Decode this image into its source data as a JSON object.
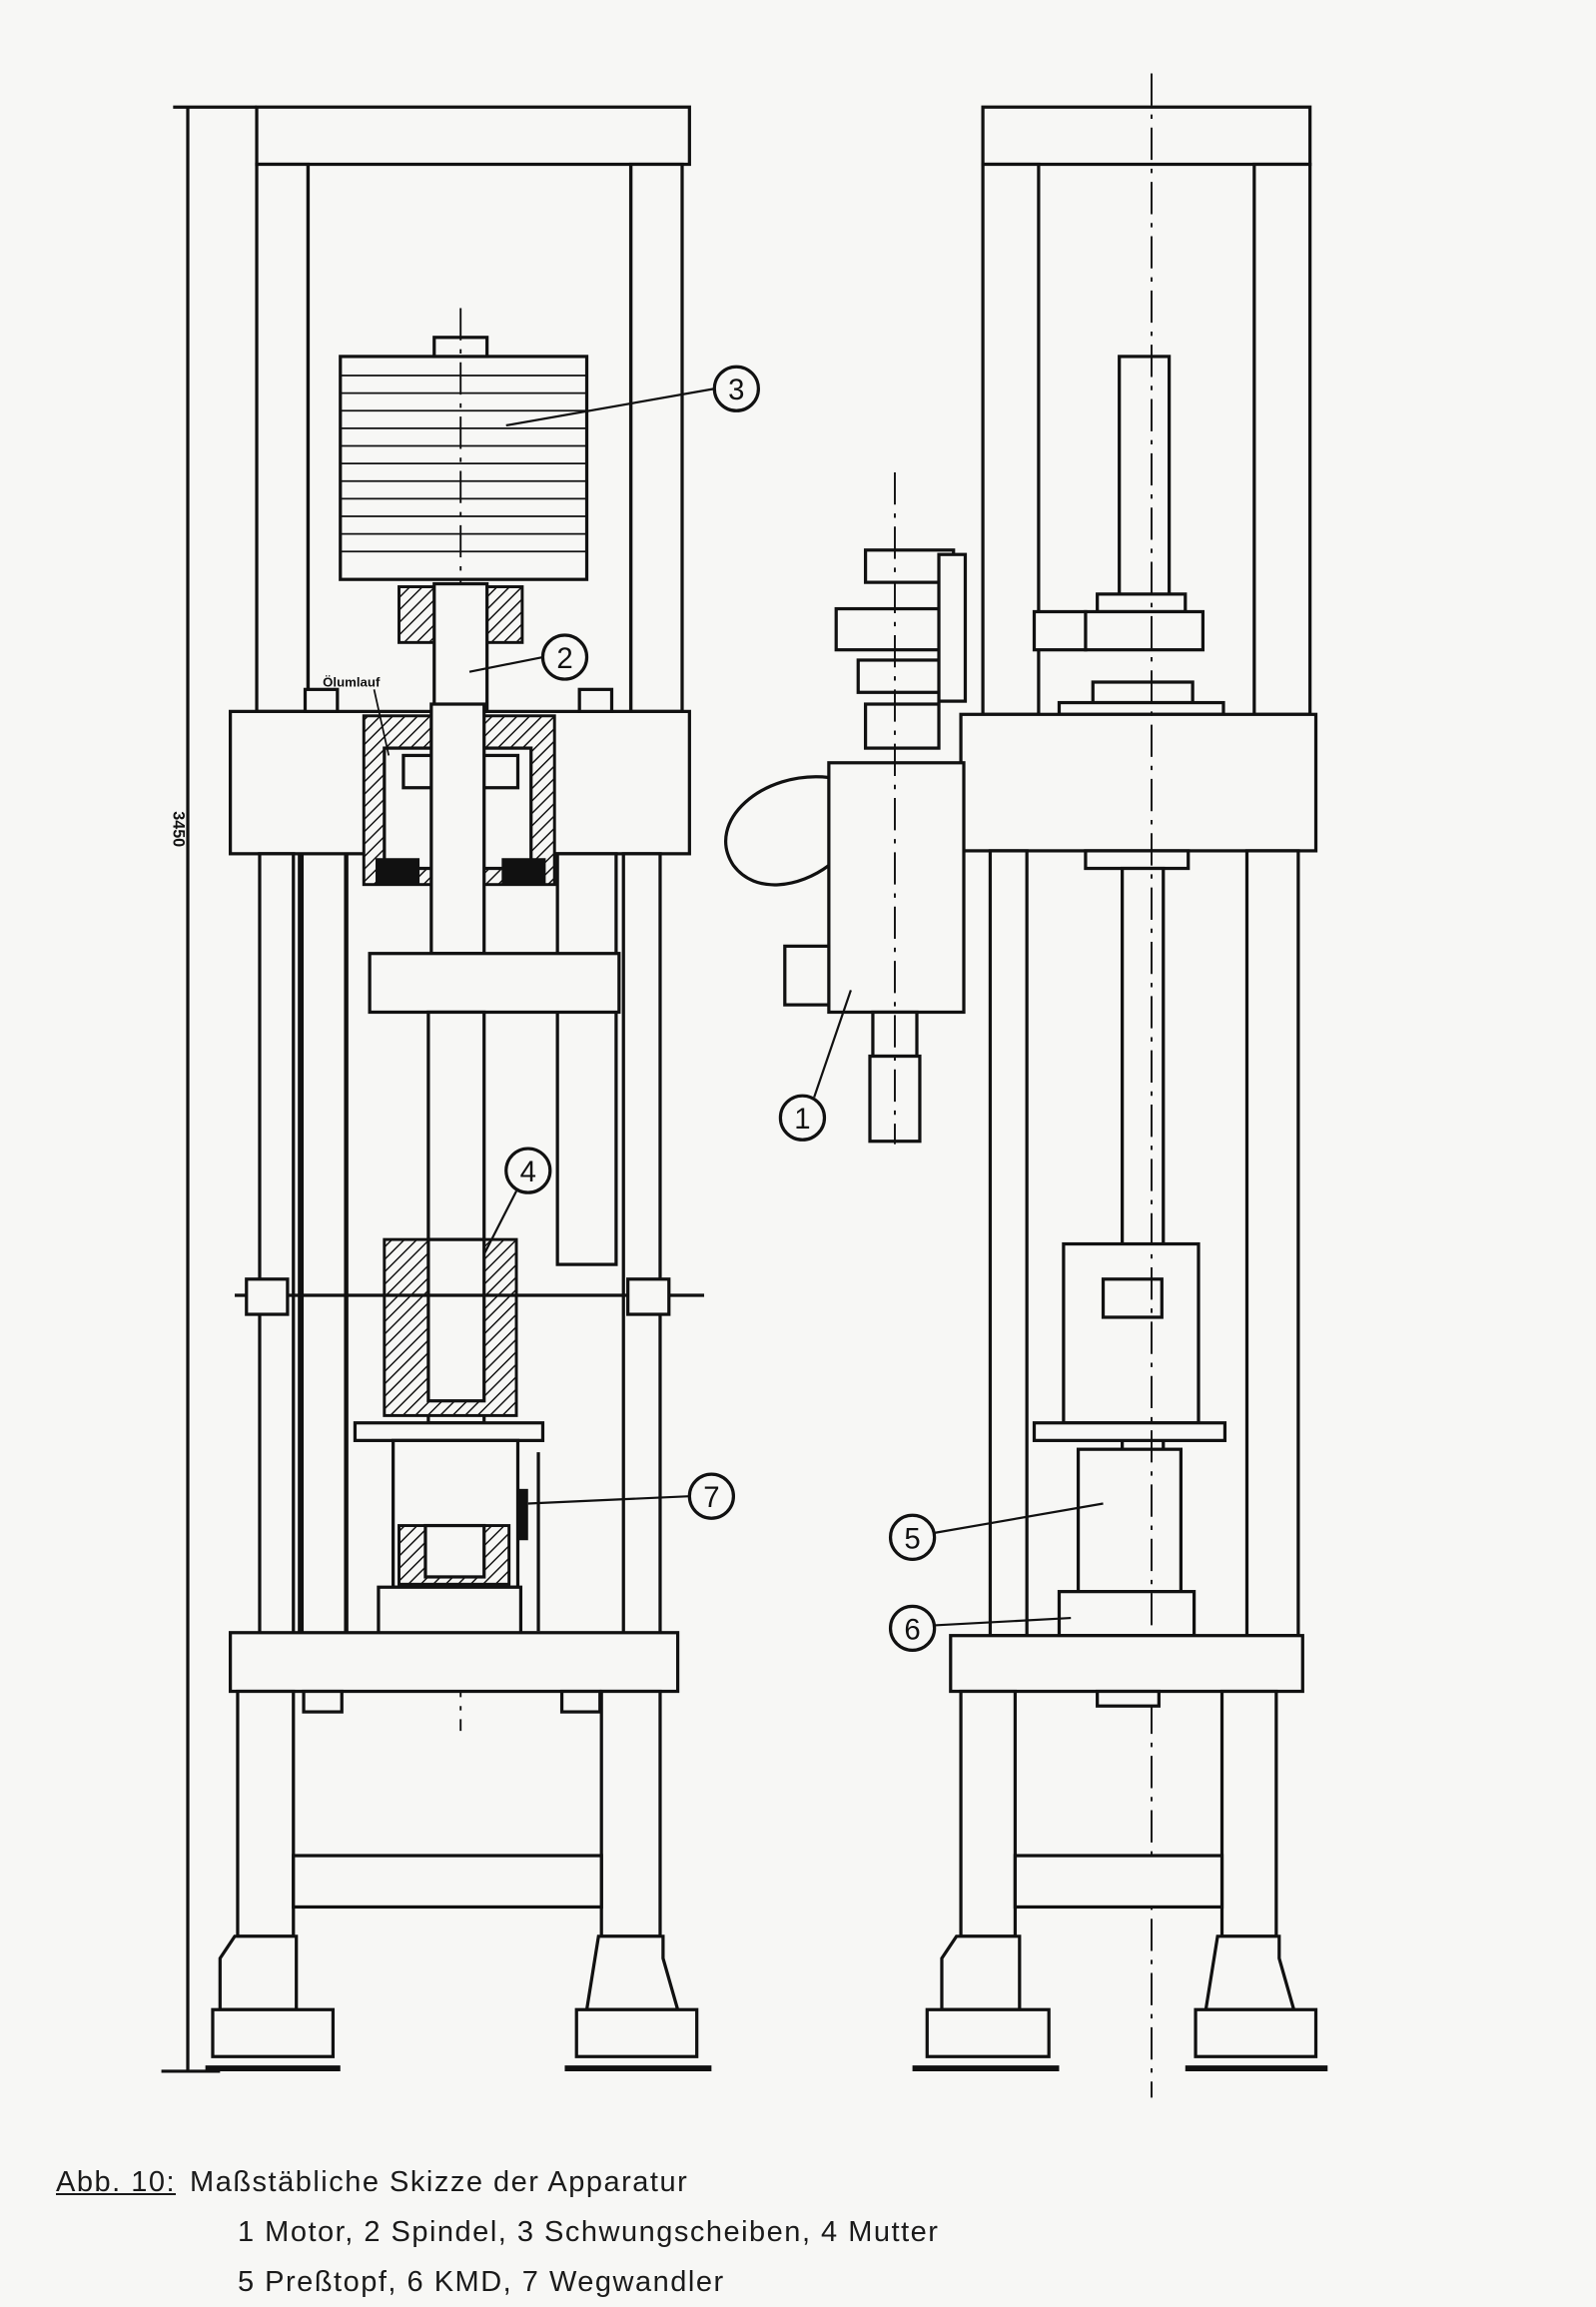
{
  "figure": {
    "dimension_label": "3450",
    "oil_label": "Ölumlauf",
    "callouts": [
      "1",
      "2",
      "3",
      "4",
      "5",
      "6",
      "7"
    ]
  },
  "caption": {
    "figure_number": "Abb. 10:",
    "title": "Maßstäbliche Skizze der Apparatur",
    "legend_line1": "1 Motor, 2 Spindel, 3 Schwungscheiben, 4 Mutter",
    "legend_line2": "5 Preßtopf, 6 KMD, 7 Wegwandler"
  }
}
